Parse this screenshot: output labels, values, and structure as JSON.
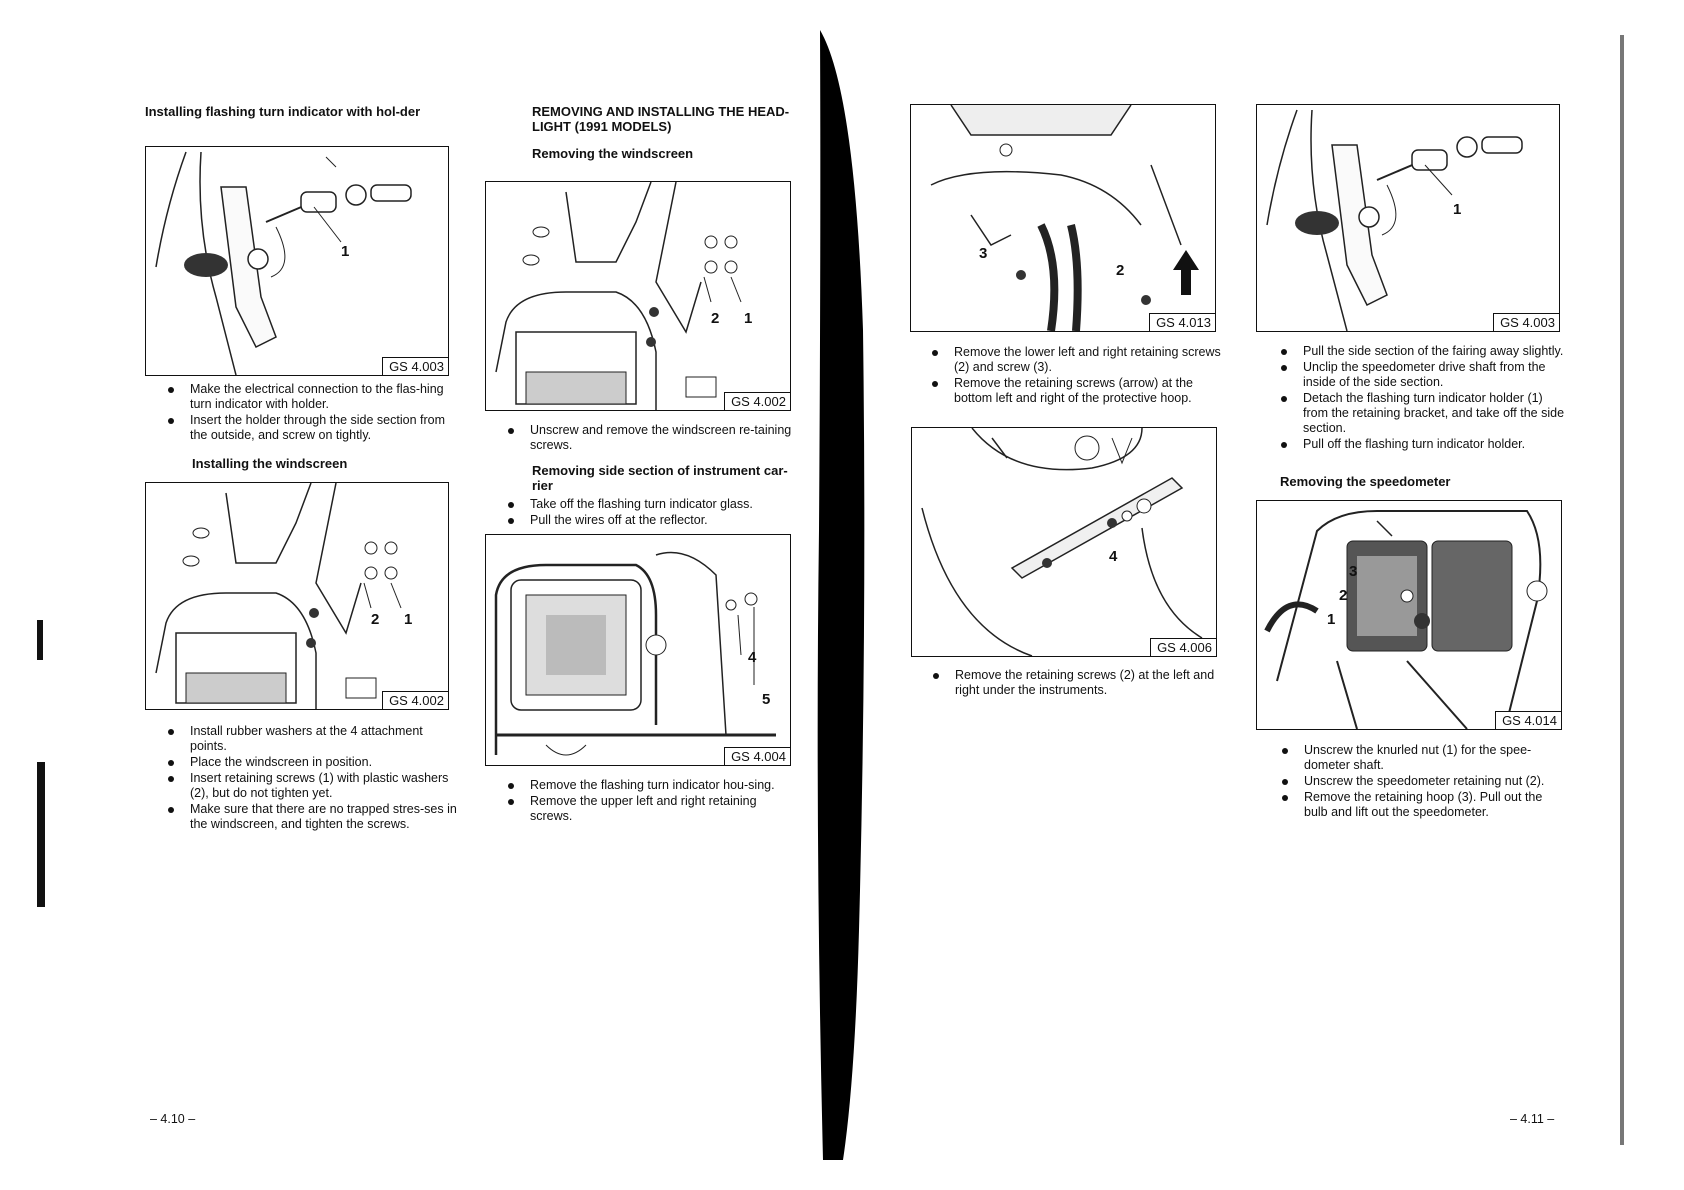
{
  "left_page": {
    "col1": {
      "heading1": "Installing flashing turn indicator with hol-der",
      "fig1": {
        "code": "GS 4.003",
        "callouts": [
          "1"
        ]
      },
      "steps1": [
        "Make the electrical connection to the flas-hing turn indicator with holder.",
        "Insert the holder through the side section from the outside, and screw on tightly."
      ],
      "heading2": "Installing the windscreen",
      "fig2": {
        "code": "GS 4.002",
        "callouts": [
          "2",
          "1"
        ]
      },
      "steps2": [
        "Install rubber washers at the 4 attachment points.",
        "Place the windscreen in position.",
        "Insert retaining screws (1) with plastic washers (2), but do not tighten yet.",
        "Make sure that there are no trapped stres-ses in the windscreen, and tighten the screws."
      ]
    },
    "col2": {
      "heading1": "REMOVING AND INSTALLING THE HEAD-LIGHT (1991 MODELS)",
      "heading2": "Removing the windscreen",
      "fig1": {
        "code": "GS 4.002",
        "callouts": [
          "2",
          "1"
        ]
      },
      "steps1": [
        "Unscrew and remove the windscreen re-taining screws."
      ],
      "heading3": "Removing side section of instrument car-rier",
      "steps2": [
        "Take off the flashing turn indicator glass.",
        "Pull the wires off at the reflector."
      ],
      "fig2": {
        "code": "GS 4.004",
        "callouts": [
          "4",
          "5"
        ]
      },
      "steps3": [
        "Remove the flashing turn indicator hou-sing.",
        "Remove the upper left and right retaining screws."
      ]
    },
    "page_number": "– 4.10 –"
  },
  "right_page": {
    "col1": {
      "fig1": {
        "code": "GS 4.013",
        "callouts": [
          "3",
          "2"
        ]
      },
      "steps1": [
        "Remove the lower left and right retaining screws (2) and screw (3).",
        "Remove the retaining screws (arrow) at the bottom left and right of the protective hoop."
      ],
      "fig2": {
        "code": "GS 4.006",
        "callouts": [
          "4"
        ]
      },
      "steps2": [
        "Remove the retaining screws (2) at the left and right under the instruments."
      ]
    },
    "col2": {
      "fig1": {
        "code": "GS 4.003",
        "callouts": [
          "1"
        ]
      },
      "steps1": [
        "Pull the side section of the fairing away slightly.",
        "Unclip the speedometer drive shaft from the inside of the side section.",
        "Detach the flashing turn indicator holder (1) from the retaining bracket, and take off the side section.",
        "Pull off the flashing turn indicator holder."
      ],
      "heading1": "Removing the speedometer",
      "fig2": {
        "code": "GS 4.014",
        "callouts": [
          "3",
          "2",
          "1"
        ]
      },
      "steps2": [
        "Unscrew the knurled nut (1) for the spee-dometer shaft.",
        "Unscrew the speedometer retaining nut (2).",
        "Remove the retaining hoop (3). Pull out the bulb and lift out the speedometer."
      ]
    },
    "page_number": "– 4.11 –"
  }
}
